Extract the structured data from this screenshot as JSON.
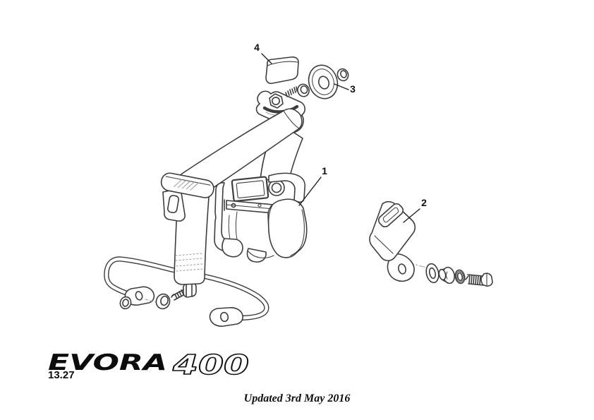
{
  "diagram": {
    "name": "seat-belt-assembly-exploded-view",
    "callouts": [
      {
        "label": "1"
      },
      {
        "label": "2"
      },
      {
        "label": "3"
      },
      {
        "label": "4"
      }
    ]
  },
  "branding": {
    "wordmark": "EVORA",
    "model_badge": "400"
  },
  "section_code": "13.27",
  "footer": {
    "updated_note": "Updated 3rd May 2016"
  },
  "colors": {
    "line": "#3d3d3d",
    "light_line": "#9a9a9a",
    "text": "#0f0f0f",
    "background": "#ffffff"
  }
}
